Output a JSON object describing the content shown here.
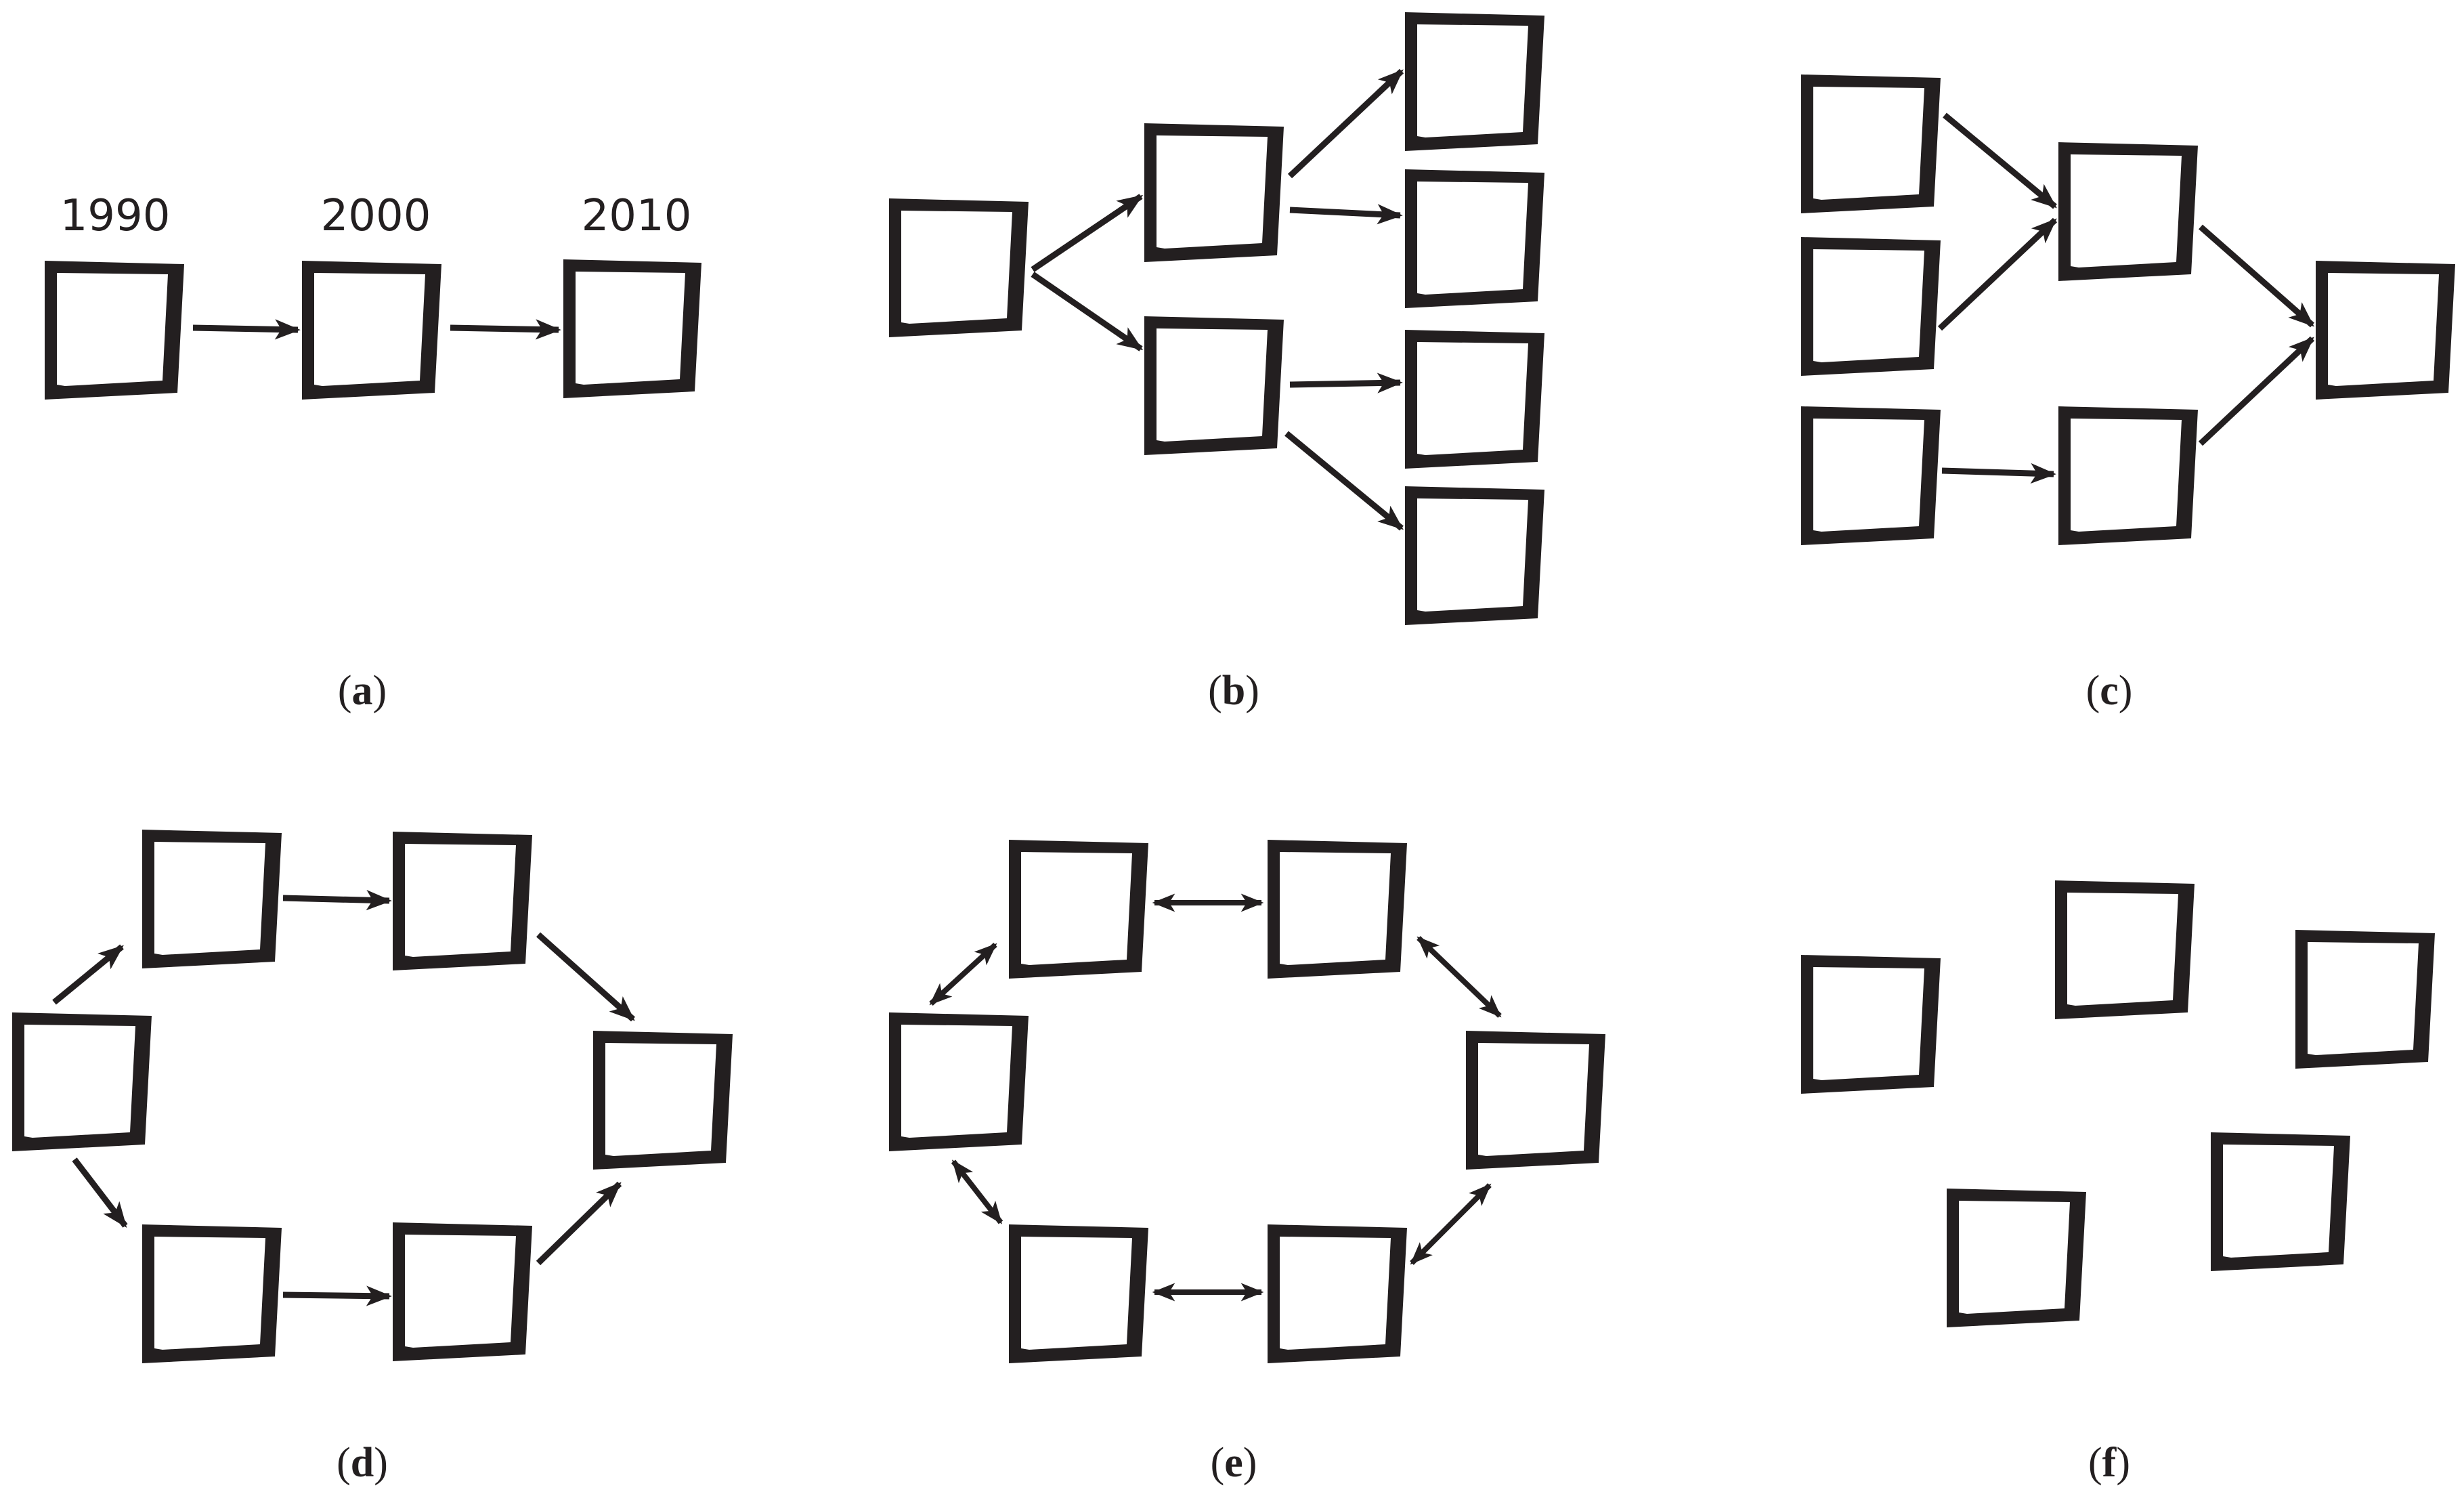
{
  "colors": {
    "ink": "#231f20",
    "background": "#ffffff"
  },
  "panels": {
    "a": {
      "caption_letter": "a",
      "years": [
        "1990",
        "2000",
        "2010"
      ]
    },
    "b": {
      "caption_letter": "b"
    },
    "c": {
      "caption_letter": "c"
    },
    "d": {
      "caption_letter": "d"
    },
    "e": {
      "caption_letter": "e"
    },
    "f": {
      "caption_letter": "f"
    }
  }
}
